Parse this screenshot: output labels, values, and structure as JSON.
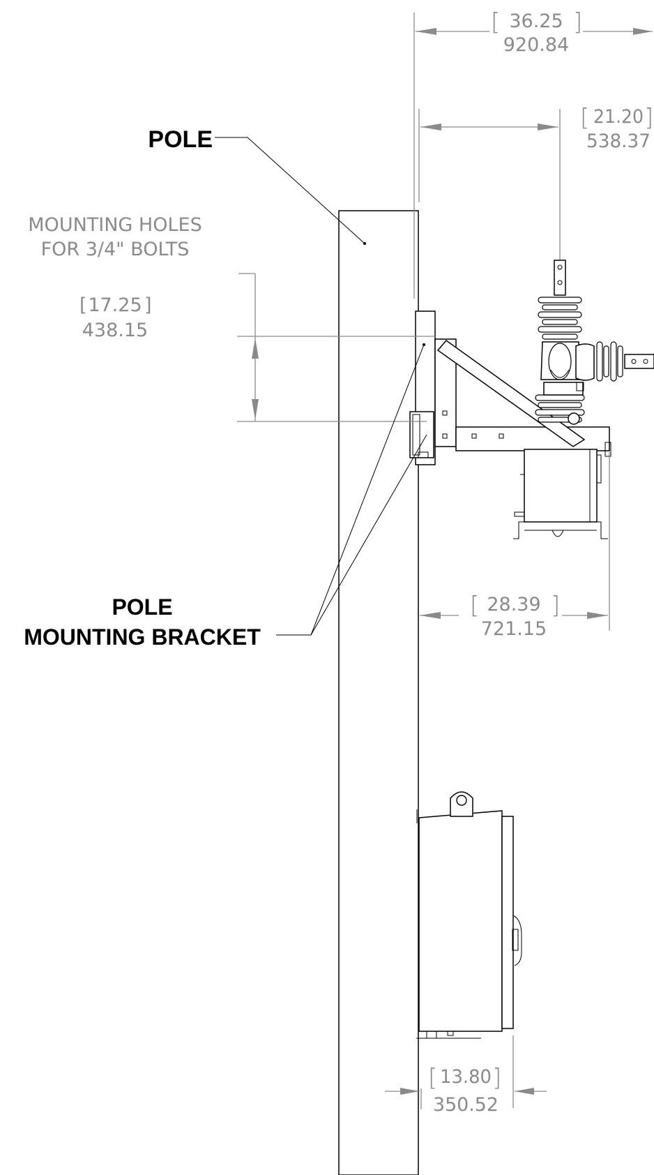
{
  "labels": {
    "pole": "POLE",
    "mounting_holes_line1": "MOUNTING HOLES",
    "mounting_holes_line2": "FOR 3/4\" BOLTS",
    "bracket_line1": "POLE",
    "bracket_line2": "MOUNTING BRACKET"
  },
  "dimensions": {
    "overall_width": {
      "inch": "36.25",
      "mm": "920.84"
    },
    "pole_to_terminal": {
      "inch": "21.20",
      "mm": "538.37"
    },
    "hole_spacing": {
      "inch": "17.25",
      "mm": "438.15"
    },
    "pole_to_frame": {
      "inch": "28.39",
      "mm": "721.15"
    },
    "cabinet_depth": {
      "inch": "13.80",
      "mm": "350.52"
    }
  },
  "colors": {
    "object_line": "#000000",
    "dimension": "#8a8a8a",
    "background": "#ffffff"
  }
}
